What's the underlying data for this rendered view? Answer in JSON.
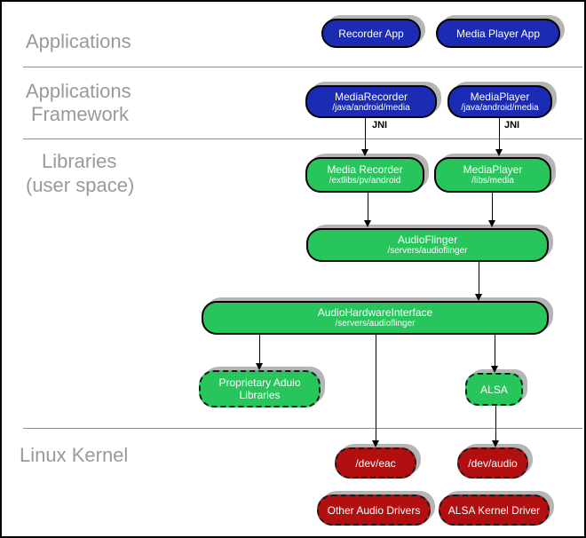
{
  "sections": [
    {
      "name": "applications",
      "lines": [
        "Applications"
      ]
    },
    {
      "name": "applications-framework",
      "lines": [
        "Applications",
        "Framework"
      ]
    },
    {
      "name": "libraries-user-space",
      "lines": [
        "Libraries",
        "(user space)"
      ]
    },
    {
      "name": "linux-kernel",
      "lines": [
        "Linux Kernel"
      ]
    }
  ],
  "jni_labels": [
    "JNI",
    "JNI"
  ],
  "nodes": [
    {
      "id": "recorder-app",
      "title": "Recorder App",
      "subtitle": "",
      "color": "blue",
      "style": "solid"
    },
    {
      "id": "media-player-app",
      "title": "Media Player App",
      "subtitle": "",
      "color": "blue",
      "style": "solid"
    },
    {
      "id": "media-recorder-framework",
      "title": "MediaRecorder",
      "subtitle": "/java/android/media",
      "color": "blue",
      "style": "solid"
    },
    {
      "id": "media-player-framework",
      "title": "MediaPlayer",
      "subtitle": "/java/android/media",
      "color": "blue",
      "style": "solid"
    },
    {
      "id": "media-recorder-library",
      "title": "Media Recorder",
      "subtitle": "/extlibs/pv/android",
      "color": "green",
      "style": "solid"
    },
    {
      "id": "media-player-library",
      "title": "MediaPlayer",
      "subtitle": "/libs/media",
      "color": "green",
      "style": "solid"
    },
    {
      "id": "audio-flinger",
      "title": "AudioFlinger",
      "subtitle": "/servers/audioflinger",
      "color": "green",
      "style": "solid"
    },
    {
      "id": "audio-hardware-interface",
      "title": "AudioHardwareInterface",
      "subtitle": "/servers/audioflinger",
      "color": "green",
      "style": "solid"
    },
    {
      "id": "proprietary-audio-libraries",
      "title": "Proprietary Aduio Libraries",
      "subtitle": "",
      "color": "green",
      "style": "dashed"
    },
    {
      "id": "alsa",
      "title": "ALSA",
      "subtitle": "",
      "color": "green",
      "style": "dashed"
    },
    {
      "id": "dev-eac",
      "title": "/dev/eac",
      "subtitle": "",
      "color": "red",
      "style": "dashed"
    },
    {
      "id": "dev-audio",
      "title": "/dev/audio",
      "subtitle": "",
      "color": "red",
      "style": "dashed"
    },
    {
      "id": "other-audio-drivers",
      "title": "Other Audio Drivers",
      "subtitle": "",
      "color": "red",
      "style": "dashed"
    },
    {
      "id": "alsa-kernel-driver",
      "title": "ALSA Kernel Driver",
      "subtitle": "",
      "color": "red",
      "style": "dashed"
    }
  ],
  "colors": {
    "app_blue": "#1b2bb3",
    "library_green": "#28c45c",
    "kernel_red": "#b21010",
    "section_label_gray": "#9a9a9a",
    "shadow_gray": "#b5b5b5",
    "divider_gray": "#8c8c8c"
  }
}
